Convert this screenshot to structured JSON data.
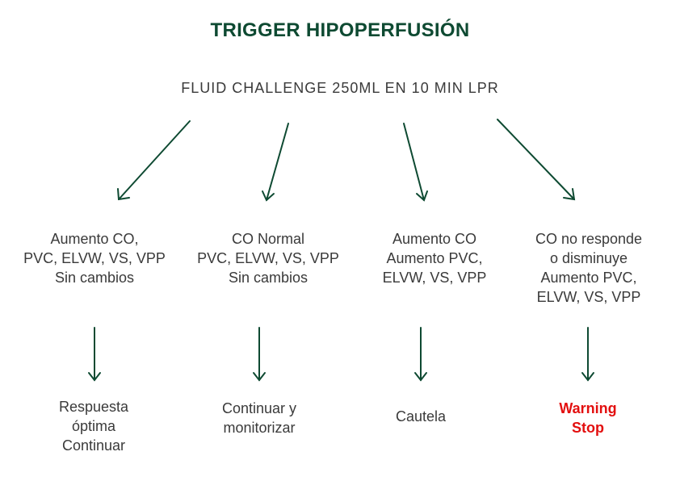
{
  "title": "TRIGGER HIPOPERFUSIÓN",
  "subtitle": "FLUID CHALLENGE 250ML EN 10 MIN LPR",
  "colors": {
    "title": "#0e4a32",
    "arrow": "#0e4a32",
    "text": "#3a3a3a",
    "warning": "#e30f0f"
  },
  "branches": [
    {
      "lines": [
        "Aumento CO,",
        "PVC, ELVW, VS, VPP",
        "Sin cambios"
      ],
      "outcome": [
        "Respuesta",
        "óptima",
        "Continuar"
      ]
    },
    {
      "lines": [
        "CO Normal",
        "PVC, ELVW, VS, VPP",
        "Sin cambios"
      ],
      "outcome": [
        "Continuar y",
        "monitorizar"
      ]
    },
    {
      "lines": [
        "Aumento CO",
        "Aumento PVC,",
        "ELVW, VS, VPP"
      ],
      "outcome": [
        "Cautela"
      ]
    },
    {
      "lines": [
        "CO no responde",
        "o disminuye",
        "Aumento PVC,",
        "ELVW, VS, VPP"
      ],
      "outcome": [
        "Warning",
        "Stop"
      ]
    }
  ]
}
